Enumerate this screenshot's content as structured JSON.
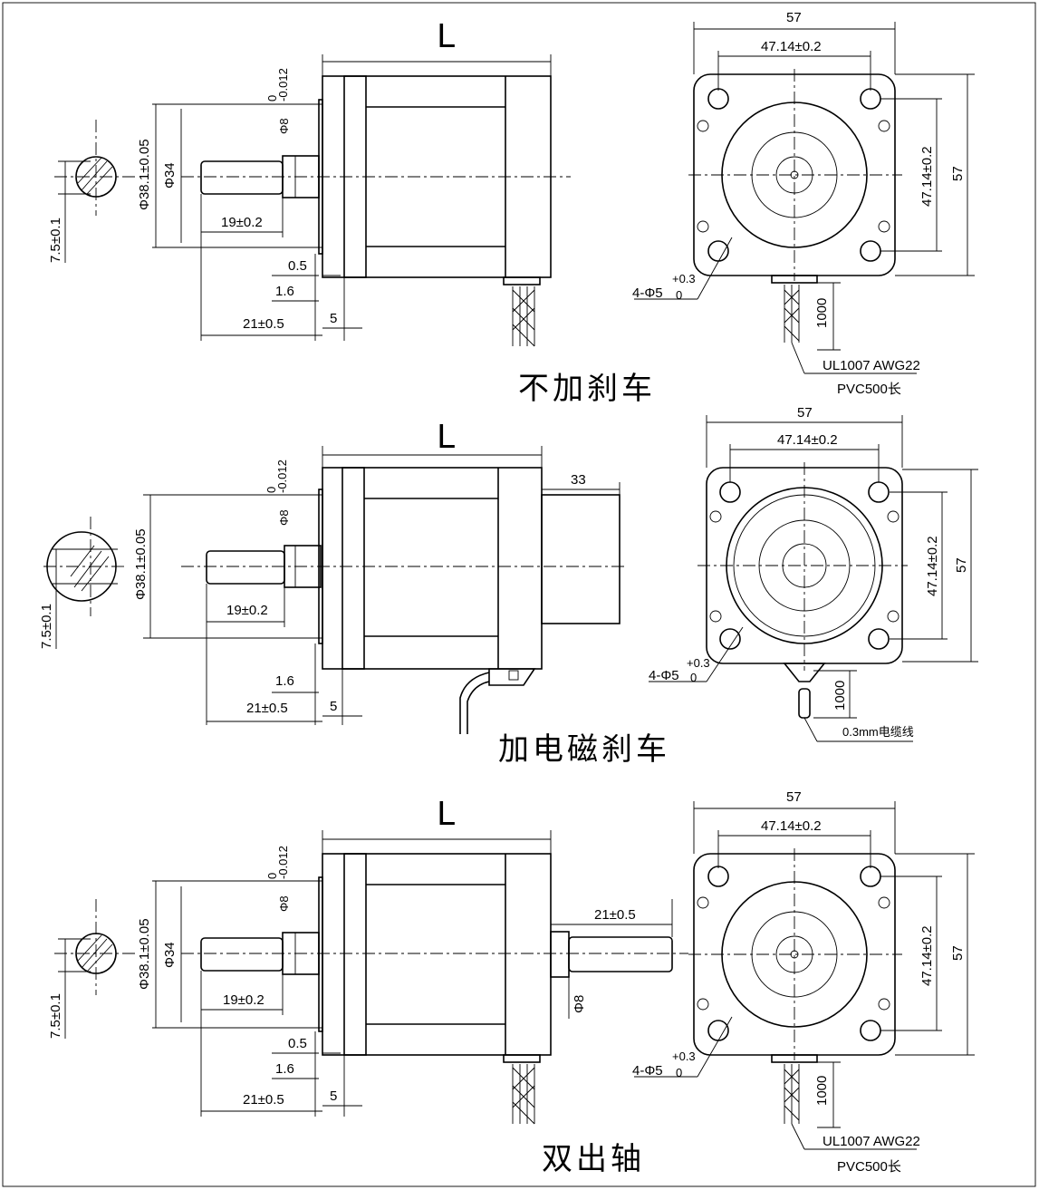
{
  "labels": {
    "L": "L",
    "d57": "57",
    "d4714": "47.14±0.2",
    "d381": "Φ38.1±0.05",
    "d34": "Φ34",
    "d8": "Φ8",
    "d8sup": "0",
    "d8sub": "-0.012",
    "d19": "19±0.2",
    "d21": "21±0.5",
    "d75": "7.5±0.1",
    "d05": "0.5",
    "d16": "1.6",
    "d5": "5",
    "d33": "33",
    "hole": "4-Φ5",
    "holeSup": "+0.3",
    "holeSub": "0",
    "d1000": "1000",
    "wire1": "UL1007 AWG22",
    "wire2": "PVC500长",
    "cable": "0.3mm电缆线"
  },
  "titles": {
    "noBrake": "不加刹车",
    "brake": "加电磁刹车",
    "dual": "双出轴"
  }
}
